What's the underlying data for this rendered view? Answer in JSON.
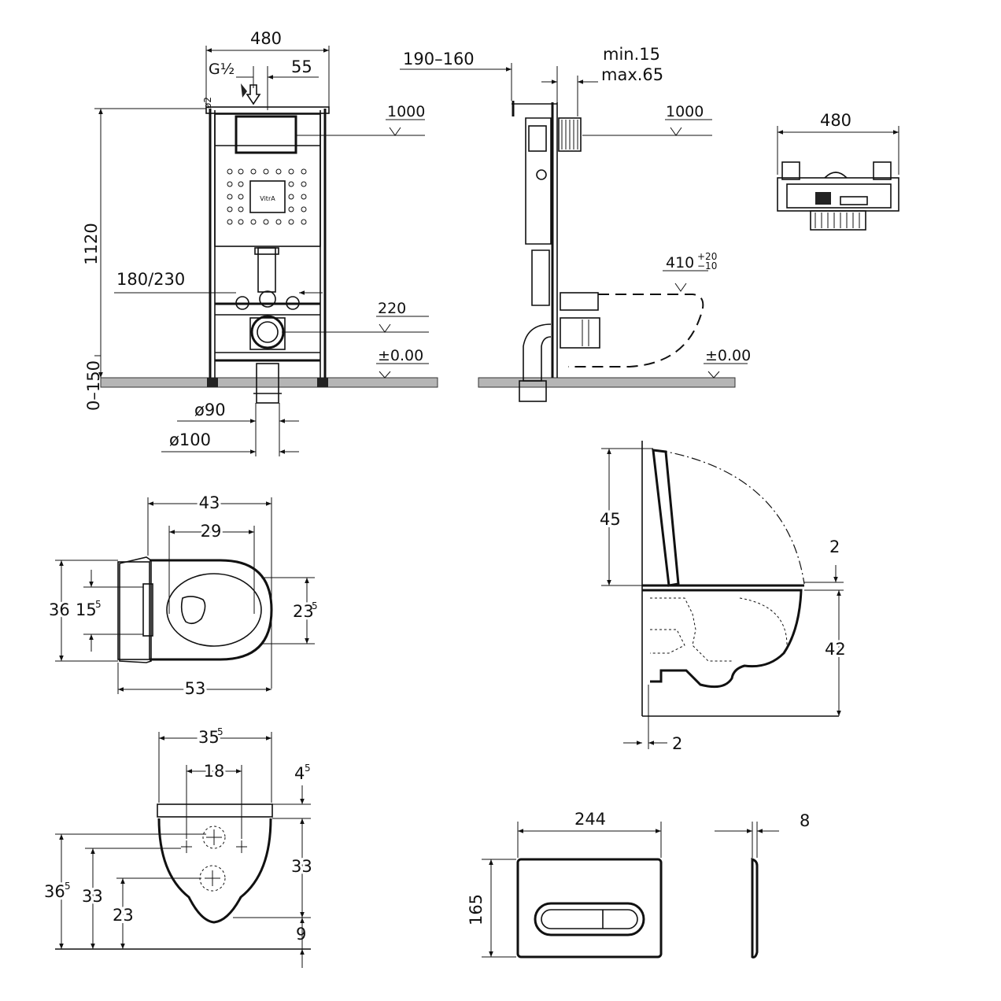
{
  "frame_front": {
    "width": "480",
    "thread": "G½",
    "offset": "55",
    "level_top": "1000",
    "height": "1120",
    "fix_spacing": "180/230",
    "level_drain": "220",
    "level_zero": "±0.00",
    "floor_range": "0–150",
    "pipe_small": "ø90",
    "pipe_large": "ø100",
    "brand": "VitrA"
  },
  "frame_side": {
    "depth_range": "190–160",
    "wall_min": "min.15",
    "wall_max": "max.65",
    "level_top": "1000",
    "bowl_height": "410",
    "bowl_height_tol_plus": "+20",
    "bowl_height_tol_minus": "−10",
    "level_zero": "±0.00"
  },
  "frame_top": {
    "width": "480"
  },
  "bowl_top": {
    "overall_width": "43",
    "inner_width": "29",
    "length": "53",
    "depth": "36",
    "seat_depth": "15",
    "seat_depth_sup": "5",
    "opening": "23",
    "opening_sup": "5"
  },
  "bowl_side": {
    "lid_height": "45",
    "gap_top": "2",
    "bowl_height": "42",
    "wall_gap": "2"
  },
  "bowl_rear": {
    "width": "35",
    "width_sup": "5",
    "bolt_spacing": "18",
    "rim": "4",
    "rim_sup": "5",
    "bolt_to_bottom": "33",
    "total_height": "36",
    "total_height_sup": "5",
    "bolt_height": "33",
    "outlet_height": "23",
    "bottom_gap": "9"
  },
  "flush_plate": {
    "width": "244",
    "height": "165",
    "depth": "8"
  }
}
